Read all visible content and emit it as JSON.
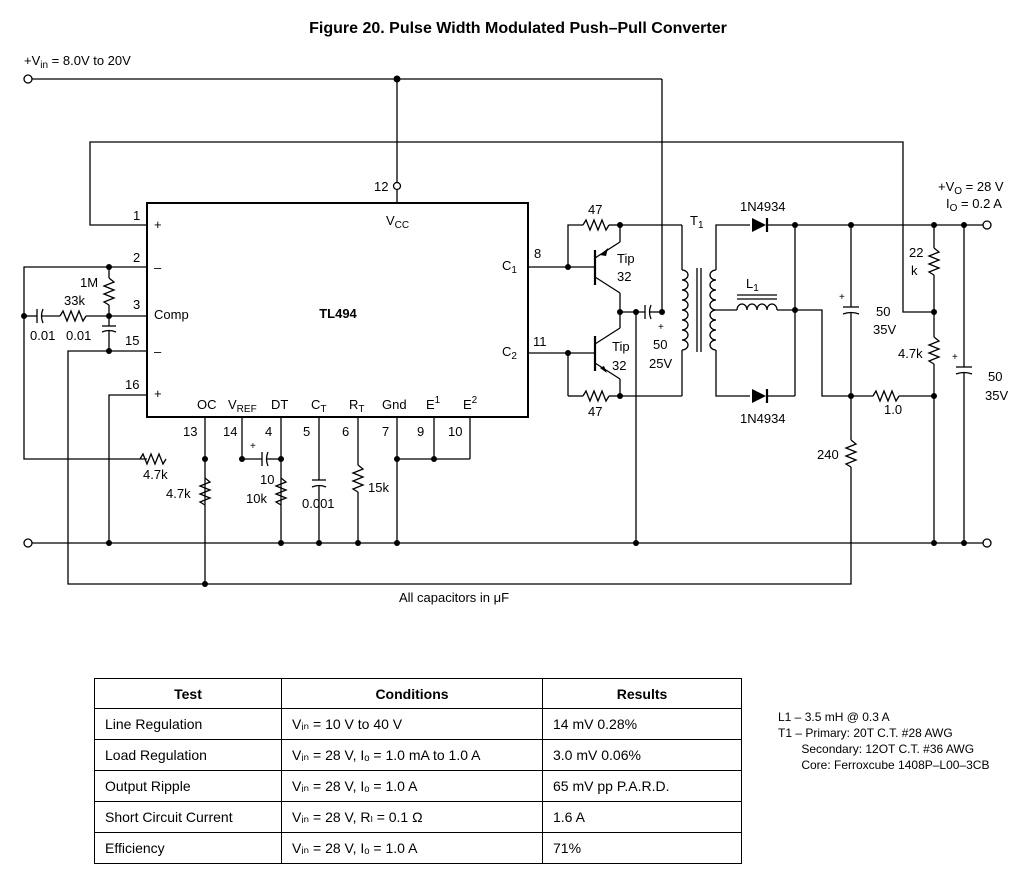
{
  "title": "Figure 20. Pulse Width Modulated Push–Pull Converter",
  "input": {
    "label_pre": "+V",
    "label_sub": "in",
    "label_post": " = 8.0V to 20V"
  },
  "output": {
    "v_pre": "+V",
    "v_sub": "O",
    "v_post": " = 28 V",
    "i_pre": "I",
    "i_sub": "O",
    "i_post": " = 0.2 A"
  },
  "chip": {
    "name": "TL494",
    "vcc_pre": "V",
    "vcc_sub": "CC",
    "c1_pre": "C",
    "c1_sub": "1",
    "c2_pre": "C",
    "c2_sub": "2",
    "plus": "+",
    "minus": "–",
    "comp": "Comp",
    "bottom": {
      "oc": "OC",
      "vref_pre": "V",
      "vref_sub": "REF",
      "dt": "DT",
      "ct_pre": "C",
      "ct_sub": "T",
      "rt_pre": "R",
      "rt_sub": "T",
      "gnd": "Gnd",
      "e1_pre": "E",
      "e1_sup": "1",
      "e2_pre": "E",
      "e2_sup": "2"
    },
    "pins": [
      "1",
      "2",
      "3",
      "15",
      "16",
      "12",
      "8",
      "11",
      "13",
      "14",
      "4",
      "5",
      "6",
      "7",
      "9",
      "10"
    ]
  },
  "components": {
    "r_1m": "1M",
    "r_33k": "33k",
    "c_001a": "0.01",
    "c_001b": "0.01",
    "r_47k_a": "4.7k",
    "r_47k_b": "4.7k",
    "c_10": "10",
    "r_10k": "10k",
    "c_0001": "0.001",
    "r_15k": "15k",
    "r_47_top": "47",
    "r_47_bot": "47",
    "q_top_a": "Tip",
    "q_top_b": "32",
    "q_bot_a": "Tip",
    "q_bot_b": "32",
    "c_50_25_a": "50",
    "c_50_25_b": "25V",
    "c_plus": "+",
    "t1_pre": "T",
    "t1_sub": "1",
    "d_top": "1N4934",
    "d_bot": "1N4934",
    "l1_pre": "L",
    "l1_sub": "1",
    "c_50_35_mid_a": "50",
    "c_50_35_mid_b": "35V",
    "r_22k_a": "22",
    "r_22k_b": "k",
    "r_47k_out": "4.7k",
    "r_10": "1.0",
    "r_240": "240",
    "c_50_35_out_a": "50",
    "c_50_35_out_b": "35V"
  },
  "caption_pre": "All capacitors in ",
  "caption_mu": "μ",
  "caption_post": "F",
  "table": {
    "headers": [
      "Test",
      "Conditions",
      "Results"
    ],
    "rows": [
      {
        "test": "Line Regulation",
        "cond": "Vᵢₙ = 10 V to 40 V",
        "result": "14 mV  0.28%"
      },
      {
        "test": "Load Regulation",
        "cond": "Vᵢₙ = 28 V, Iₒ = 1.0 mA to 1.0 A",
        "result": "3.0 mV  0.06%"
      },
      {
        "test": "Output Ripple",
        "cond": "Vᵢₙ = 28 V, Iₒ = 1.0 A",
        "result": "65 mV pp  P.A.R.D."
      },
      {
        "test": "Short Circuit Current",
        "cond": "Vᵢₙ = 28 V, Rₗ = 0.1 Ω",
        "result": "1.6 A"
      },
      {
        "test": "Efficiency",
        "cond": "Vᵢₙ = 28 V, Iₒ = 1.0 A",
        "result": "71%"
      }
    ]
  },
  "notes": [
    "L1 – 3.5 mH @ 0.3 A",
    "T1 – Primary: 20T C.T. #28 AWG",
    "       Secondary: 12OT C.T. #36 AWG",
    "       Core: Ferroxcube 1408P–L00–3CB"
  ]
}
